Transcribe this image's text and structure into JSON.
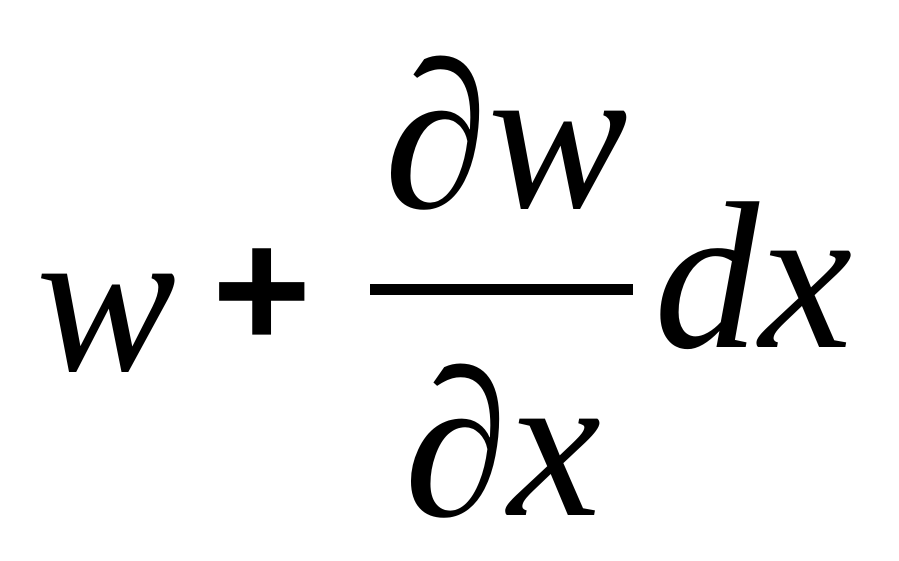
{
  "formula": {
    "term": "w",
    "operator": "+",
    "numerator": "∂w",
    "denominator": "∂x",
    "differential": "dx"
  }
}
